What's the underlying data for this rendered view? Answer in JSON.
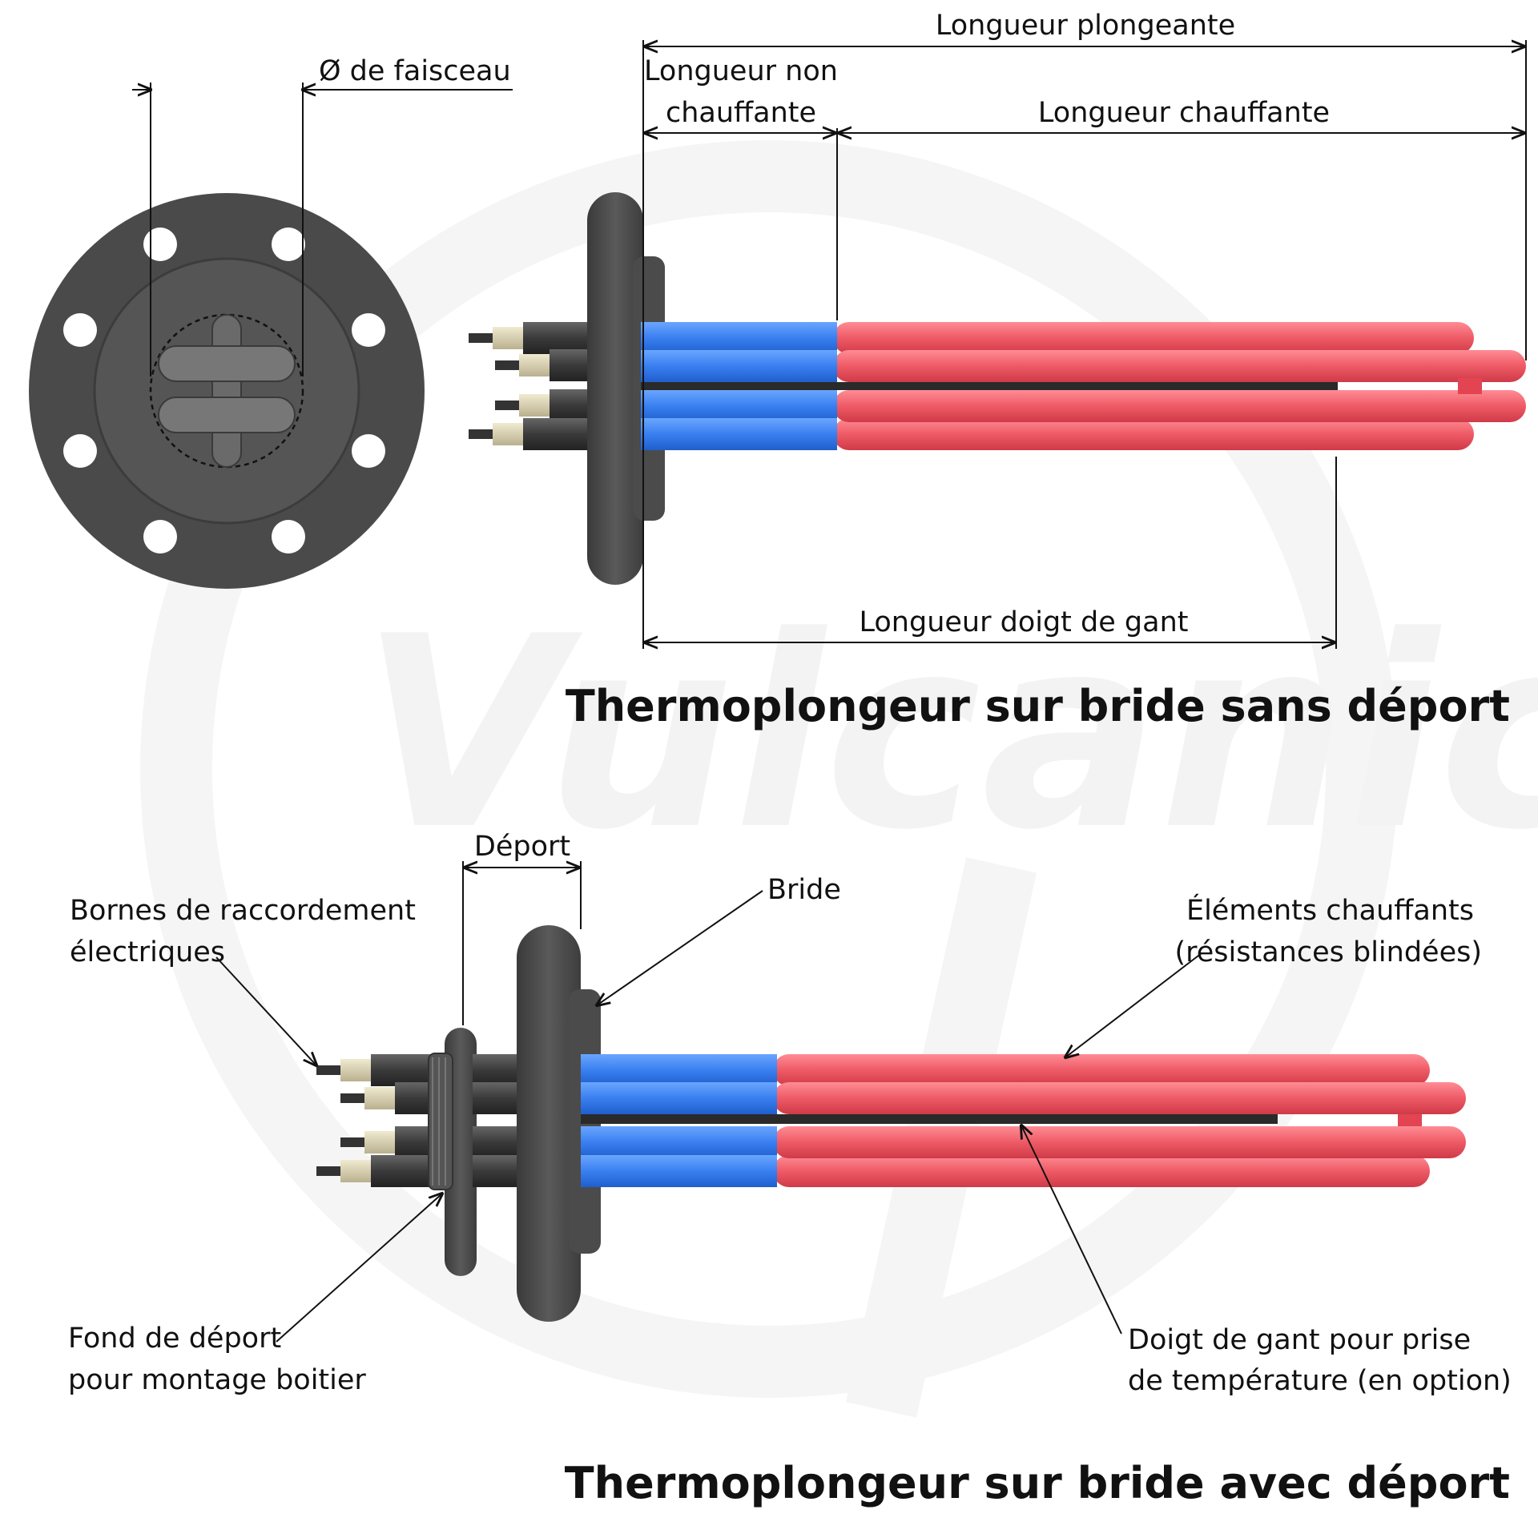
{
  "watermark": {
    "text": "Vulcanic"
  },
  "top": {
    "title": "Thermoplongeur sur bride sans déport",
    "dims": {
      "bundle_diameter": "Ø de faisceau",
      "immersion_length": "Longueur plongeante",
      "unheated_length_line1": "Longueur non",
      "unheated_length_line2": "chauffante",
      "heated_length": "Longueur chauffante",
      "thermowell_length": "Longueur doigt de gant"
    }
  },
  "bottom": {
    "title": "Thermoplongeur sur bride avec déport",
    "offset": "Déport",
    "flange": "Bride",
    "terminals_line1": "Bornes de raccordement",
    "terminals_line2": "électriques",
    "heating_elements_line1": "Éléments chauffants",
    "heating_elements_line2": "(résistances blindées)",
    "offset_bottom_line1": "Fond de déport",
    "offset_bottom_line2": "pour montage boitier",
    "thermowell_line1": "Doigt de gant pour prise",
    "thermowell_line2": "de température (en option)"
  },
  "colors": {
    "cold_zone": "#3a7ff0",
    "hot_zone": "#ee5a66",
    "flange": "#4a4a4a",
    "dark_parts": "#333333",
    "ceramic": "#d8d0b0",
    "watermark": "#f3f3f3"
  },
  "icons": [
    "flange-front-view",
    "heater-side-view",
    "heater-offset-side-view"
  ]
}
